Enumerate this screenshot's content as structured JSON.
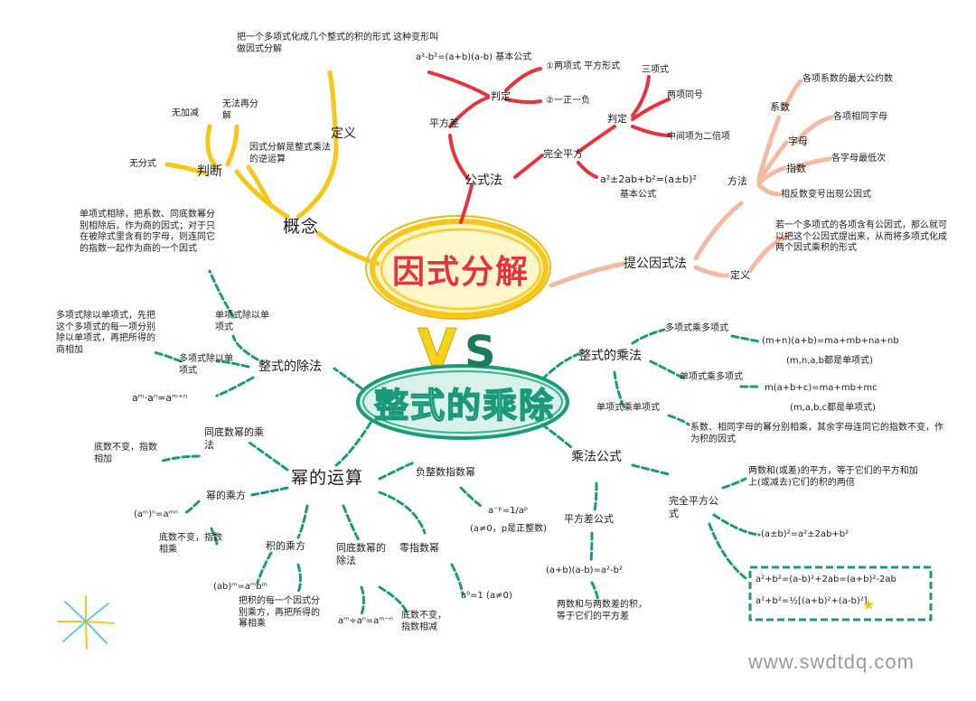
{
  "center": {
    "top": "因式分解",
    "vs_v": "V",
    "vs_s": "S",
    "bottom": "整式的乘除"
  },
  "factorization": {
    "concept": {
      "label": "概念",
      "definition_label": "定义",
      "definition_text": "把一个多项式化成几个整式的积的形式 这种变形叫做因式分解",
      "note": "因式分解是整式乘法的逆运算",
      "judge": {
        "label": "判断",
        "items": [
          "无加减",
          "无法再分解",
          "无分式"
        ]
      }
    },
    "formula_method": {
      "label": "公式法",
      "difference_of_squares": {
        "label": "平方差",
        "judge_label": "判定",
        "criteria": [
          "①两项式 平方形式",
          "②一正一负"
        ],
        "formula": "a²-b²=(a+b)(a-b) 基本公式"
      },
      "perfect_square": {
        "label": "完全平方",
        "judge_label": "判定",
        "criteria": [
          "三项式",
          "两项同号",
          "中间项为二倍项"
        ],
        "formula": "a²±2ab+b²=(a±b)²",
        "formula_note": "基本公式"
      }
    },
    "common_factor": {
      "label": "提公因式法",
      "method": {
        "label": "方法",
        "items": [
          "系数",
          "字母",
          "指数",
          "相反数变号出现公因式"
        ],
        "details": [
          "各项系数的最大公约数",
          "各项相同字母",
          "各字母最低次"
        ]
      },
      "definition": {
        "label": "定义",
        "text": "若一个多项式的各项含有公因式，那么就可以把这个公因式提出来，从而将多项式化成两个因式乘积的形式"
      }
    }
  },
  "polynomial": {
    "division": {
      "label": "整式的除法",
      "mono_div": {
        "label": "单项式除以单项式",
        "text": "单项式相除，把系数、同底数幂分别相除后，作为商的因式；对于只在被除式里含有的字母，则连同它的指数一起作为商的一个因式"
      },
      "poly_div": {
        "label": "多项式除以单项式",
        "text": "多项式除以单项式，先把这个多项式的每一项分别除以单项式，再把所得的商相加"
      },
      "formula": "aᵐ·aⁿ=aᵐ⁺ⁿ"
    },
    "power_ops": {
      "label": "幂的运算",
      "same_base_mul": {
        "label": "同底数幂的乘法",
        "text": "底数不变，指数相加"
      },
      "power_of_power": {
        "label": "幂的乘方",
        "formula": "(aᵐ)ⁿ=aᵐⁿ",
        "text": "底数不变，指数相乘"
      },
      "power_of_product": {
        "label": "积的乘方",
        "formula": "(ab)ᵐ=aᵐbᵐ",
        "text": "把积的每一个因式分别乘方，再把所得的幂相乘"
      },
      "same_base_div": {
        "label": "同底数幂的除法",
        "formula": "aᵐ÷aⁿ=aᵐ⁻ⁿ",
        "text": "底数不变，指数相减"
      },
      "zero_exp": {
        "label": "零指数幂",
        "formula": "a⁰=1 (a≠0)"
      },
      "neg_exp": {
        "label": "负整数指数幂",
        "formula": "a⁻ᵖ=1/aᵖ",
        "note": "(a≠0，p是正整数)"
      }
    },
    "multiplication": {
      "label": "整式的乘法",
      "poly_poly": {
        "label": "多项式乘多项式",
        "formula": "(m+n)(a+b)=ma+mb+na+nb",
        "note": "(m,n,a,b都是单项式)"
      },
      "mono_poly": {
        "label": "单项式乘多项式",
        "formula": "m(a+b+c)=ma+mb+mc",
        "note": "(m,a,b,c都是单项式)"
      },
      "mono_mono": {
        "label": "单项式乘单项式",
        "text": "系数、相同字母的幂分别相乘，其余字母连同它的指数不变，作为积的因式"
      }
    },
    "formulas": {
      "label": "乘法公式",
      "diff_squares": {
        "label": "平方差公式",
        "formula": "(a+b)(a-b)=a²-b²",
        "text": "两数和与两数差的积，等于它们的平方差"
      },
      "perfect_square": {
        "label": "完全平方公式",
        "text": "两数和(或差)的平方，等于它们的平方和加上(或减去)它们的积的两倍",
        "formula": "(a±b)²=a²±2ab+b²",
        "box": [
          "a²+b²=(a-b)²+2ab=(a+b)²-2ab",
          "a²+b²=½[(a+b)²+(a-b)²]"
        ]
      }
    }
  },
  "watermark": "www.swdtdq.com",
  "colors": {
    "yellow": "#f6c619",
    "red": "#e8323c",
    "pink": "#f4b9a0",
    "green": "#1a9a7a",
    "dark_green": "#1e7a5e"
  }
}
